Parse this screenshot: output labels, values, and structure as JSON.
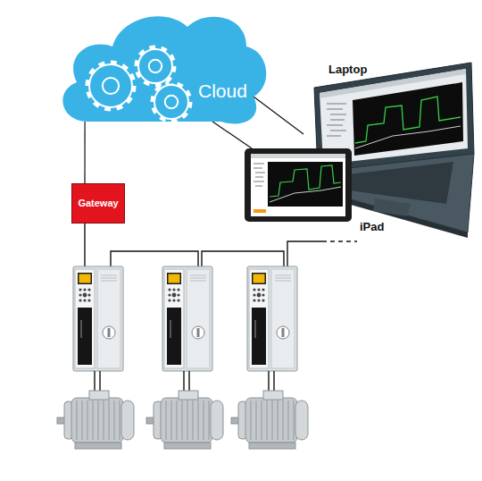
{
  "diagram": {
    "nodes": [
      {
        "text": [
          "Cloud"
        ]
      },
      {
        "text": [
          "Laptop"
        ]
      },
      {
        "text": [
          "iPad"
        ]
      },
      {
        "text": [
          "Gateway"
        ]
      }
    ],
    "edges": [
      {
        "from": 0,
        "to": 1,
        "arrow": "none"
      },
      {
        "from": 0,
        "to": 2,
        "arrow": "none"
      },
      {
        "from": 0,
        "to": 3,
        "arrow": "none"
      }
    ]
  }
}
